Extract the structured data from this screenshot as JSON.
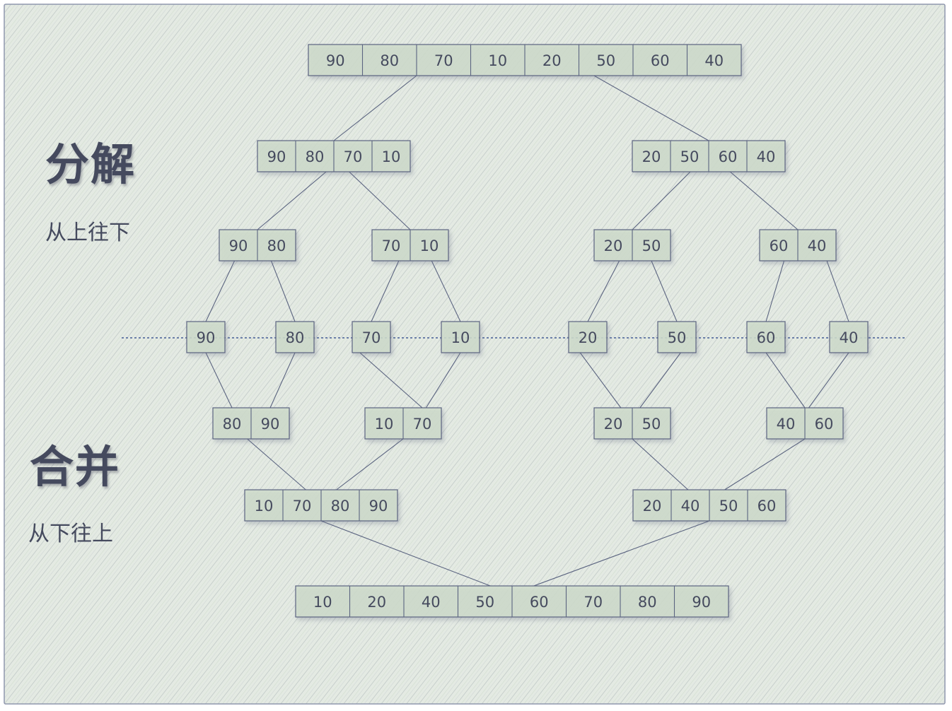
{
  "labels": {
    "decompose_title": "分解",
    "decompose_sub": "从上往下",
    "merge_title": "合并",
    "merge_sub": "从下往上"
  },
  "colors": {
    "background": "#e4eae3",
    "cell_fill": "#cfdccb",
    "stroke": "#5b6480",
    "text": "#454a5e",
    "hatch": "#9aa4a8"
  },
  "levels": [
    {
      "id": "input",
      "arrays": [
        [
          90,
          80,
          70,
          10,
          20,
          50,
          60,
          40
        ]
      ]
    },
    {
      "id": "split-1",
      "arrays": [
        [
          90,
          80,
          70,
          10
        ],
        [
          20,
          50,
          60,
          40
        ]
      ]
    },
    {
      "id": "split-2",
      "arrays": [
        [
          90,
          80
        ],
        [
          70,
          10
        ],
        [
          20,
          50
        ],
        [
          60,
          40
        ]
      ]
    },
    {
      "id": "singles",
      "arrays": [
        [
          90
        ],
        [
          80
        ],
        [
          70
        ],
        [
          10
        ],
        [
          20
        ],
        [
          50
        ],
        [
          60
        ],
        [
          40
        ]
      ]
    },
    {
      "id": "merge-1",
      "arrays": [
        [
          80,
          90
        ],
        [
          10,
          70
        ],
        [
          20,
          50
        ],
        [
          40,
          60
        ]
      ]
    },
    {
      "id": "merge-2",
      "arrays": [
        [
          10,
          70,
          80,
          90
        ],
        [
          20,
          40,
          50,
          60
        ]
      ]
    },
    {
      "id": "output",
      "arrays": [
        [
          10,
          20,
          40,
          50,
          60,
          70,
          80,
          90
        ]
      ]
    }
  ]
}
